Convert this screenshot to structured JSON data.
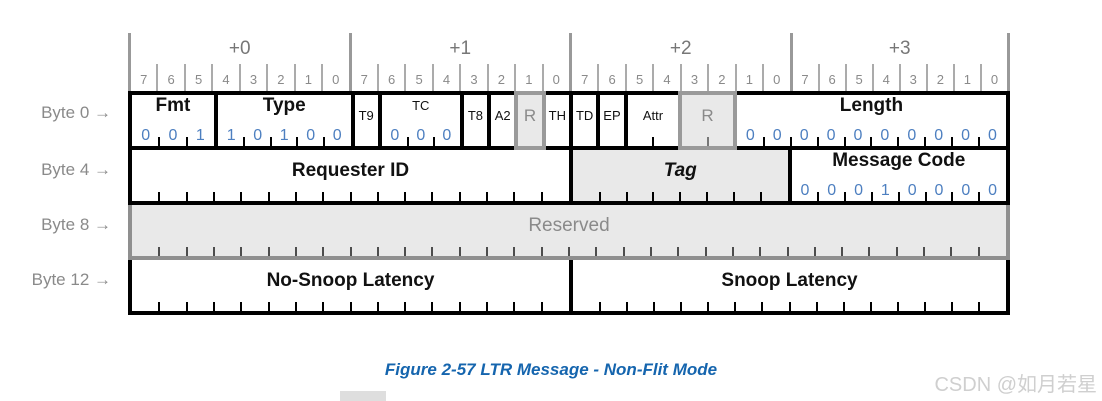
{
  "figure": {
    "caption": "Figure 2-57 LTR Message - Non-Flit Mode",
    "watermark": "CSDN @如月若星"
  },
  "colors": {
    "value_blue": "#4d7fc0",
    "caption_blue": "#1565ae",
    "shade_gray": "#e9e9e9",
    "reserved_border_gray": "#8f8f8f",
    "label_gray": "#8a8a8a",
    "watermark_gray": "#cfcfcf"
  },
  "header": {
    "groups": [
      "+0",
      "+1",
      "+2",
      "+3"
    ],
    "bit_numbers": [
      "7",
      "6",
      "5",
      "4",
      "3",
      "2",
      "1",
      "0"
    ]
  },
  "rows": [
    {
      "label": "Byte 0 →",
      "fields": [
        {
          "name": "Fmt",
          "bits": 3,
          "values": [
            "0",
            "0",
            "1"
          ]
        },
        {
          "name": "Type",
          "bits": 5,
          "values": [
            "1",
            "0",
            "1",
            "0",
            "0"
          ]
        },
        {
          "name": "T9",
          "bits": 1,
          "small": true
        },
        {
          "name": "TC",
          "bits": 3,
          "values": [
            "0",
            "0",
            "0"
          ],
          "small": true
        },
        {
          "name": "T8",
          "bits": 1,
          "small": true
        },
        {
          "name": "A2",
          "bits": 1,
          "small": true
        },
        {
          "name": "R",
          "bits": 1,
          "reserved": true
        },
        {
          "name": "TH",
          "bits": 1,
          "small": true
        },
        {
          "name": "TD",
          "bits": 1,
          "small": true
        },
        {
          "name": "EP",
          "bits": 1,
          "small": true
        },
        {
          "name": "Attr",
          "bits": 2,
          "small": true
        },
        {
          "name": "R",
          "bits": 2,
          "reserved": true
        },
        {
          "name": "Length",
          "bits": 10,
          "values": [
            "0",
            "0",
            "0",
            "0",
            "0",
            "0",
            "0",
            "0",
            "0",
            "0"
          ]
        }
      ]
    },
    {
      "label": "Byte 4 →",
      "fields": [
        {
          "name": "Requester ID",
          "bits": 16
        },
        {
          "name": "Tag",
          "bits": 8,
          "shaded": true,
          "italic": true
        },
        {
          "name": "Message Code",
          "bits": 8,
          "values": [
            "0",
            "0",
            "0",
            "1",
            "0",
            "0",
            "0",
            "0"
          ]
        }
      ]
    },
    {
      "label": "Byte 8 →",
      "reserved_row": true,
      "fields": [
        {
          "name": "Reserved",
          "bits": 32,
          "shaded": true,
          "gray_text": true
        }
      ]
    },
    {
      "label": "Byte 12 →",
      "fields": [
        {
          "name": "No-Snoop Latency",
          "bits": 16
        },
        {
          "name": "Snoop Latency",
          "bits": 16
        }
      ]
    }
  ]
}
